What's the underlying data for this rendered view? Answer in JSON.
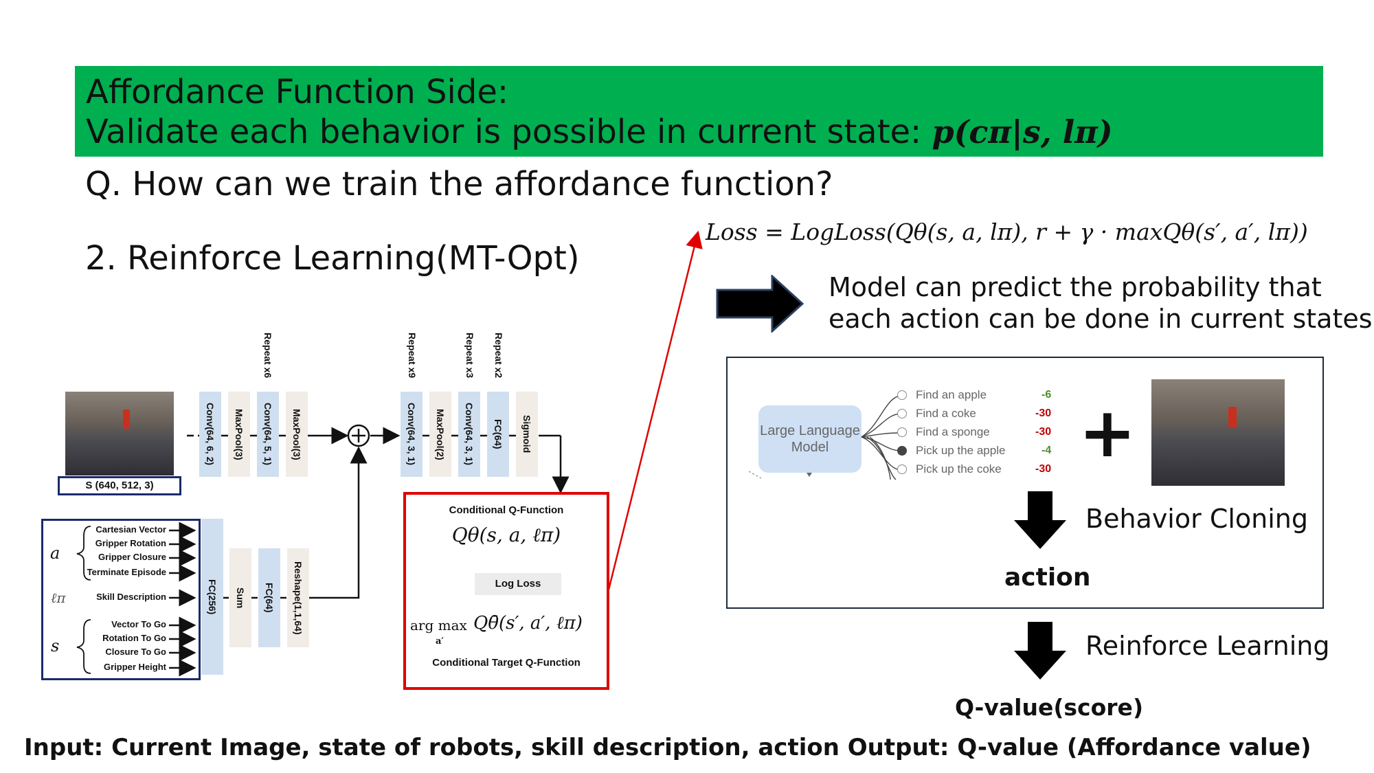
{
  "banner": {
    "line1": "Affordance Function Side:",
    "line2": "Validate each behavior is possible in current state: ",
    "formula": "p(cπ|s, lπ)",
    "color": "#00af50"
  },
  "question": "Q. How can we train the affordance function?",
  "method": "2. Reinforce Learning(MT-Opt)",
  "loss_formula": "Loss = LogLoss(Qθ(s, a, lπ), r + γ · maxQθ(s′, a′, lπ))",
  "model_note": {
    "line1": "Model can predict the probability that",
    "line2": "each action can be done in current states."
  },
  "network": {
    "input_label": "S (640, 512, 3)",
    "layers_top": [
      "Conv(64, 6, 2)",
      "MaxPool(3)",
      "Conv(64, 5, 1)",
      "MaxPool(3)",
      "Conv(64, 3, 1)",
      "MaxPool(2)",
      "Conv(64, 3, 1)",
      "FC(64)",
      "Sigmoid"
    ],
    "repeats": [
      "Repeat x6",
      "Repeat x9",
      "Repeat x3",
      "Repeat x2"
    ],
    "layers_bottom": [
      "FC(256)",
      "Sum",
      "FC(64)",
      "Reshape(1,1,64)"
    ],
    "inputs_a": [
      "Cartesian Vector",
      "Gripper Rotation",
      "Gripper Closure",
      "Terminate Episode"
    ],
    "input_l": "Skill Description",
    "inputs_s": [
      "Vector To Go",
      "Rotation To Go",
      "Closure To Go",
      "Gripper Height"
    ],
    "sym_a": "a",
    "sym_l": "ℓπ",
    "sym_s": "s",
    "qbox": {
      "title": "Conditional Q-Function",
      "q": "Qθ(s, a, ℓπ)",
      "log_loss": "Log Loss",
      "argmax_pre": "arg max",
      "argmax_sub": "a′",
      "target": "Qθ̄(s′, a′, ℓπ)",
      "bottom": "Conditional Target Q-Function"
    }
  },
  "saycan": {
    "llm_label": "Large Language Model",
    "options": [
      {
        "text": "Find an apple",
        "score": "-6",
        "color": "#4a8f2a",
        "selected": false
      },
      {
        "text": "Find a coke",
        "score": "-30",
        "color": "#c00000",
        "selected": false
      },
      {
        "text": "Find a sponge",
        "score": "-30",
        "color": "#c00000",
        "selected": false
      },
      {
        "text": "Pick up the apple",
        "score": "-4",
        "color": "#4a8f2a",
        "selected": true
      },
      {
        "text": "Pick up the coke",
        "score": "-30",
        "color": "#c00000",
        "selected": false
      }
    ],
    "plus": "+",
    "behavior_cloning": "Behavior Cloning",
    "action": "action"
  },
  "reinforce_learning": "Reinforce Learning",
  "qvalue": "Q-value(score)",
  "footer": "Input: Current Image, state of robots, skill description, action Output: Q-value (Affordance value)"
}
